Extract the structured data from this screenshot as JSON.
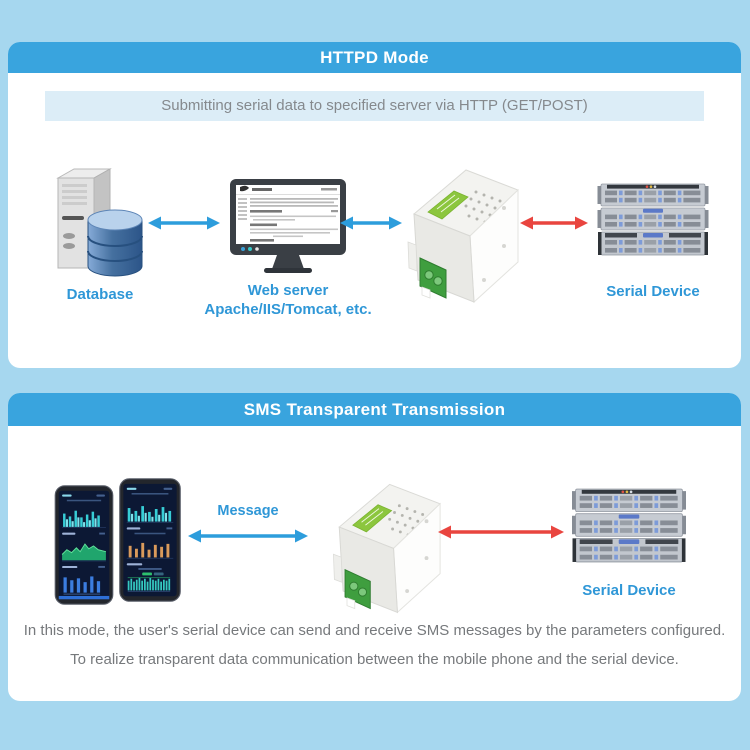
{
  "panels": {
    "httpd": {
      "title": "HTTPD Mode",
      "subtitle": "Submitting serial data to specified server via HTTP (GET/POST)",
      "database_label": "Database",
      "webserver_label_line1": "Web server",
      "webserver_label_line2": "Apache/IIS/Tomcat, etc.",
      "serial_device_label": "Serial Device"
    },
    "sms": {
      "title": "SMS Transparent Transmission",
      "message_label": "Message",
      "serial_device_label": "Serial Device",
      "description_line1": "In this mode, the user's serial device can send and receive SMS messages by the parameters configured.",
      "description_line2": "To realize transparent data communication between the mobile phone and the serial device."
    }
  },
  "colors": {
    "page_background": "#a6d7ef",
    "header_bar_blue": "#39a4de",
    "subtitle_band": "#dcedf7",
    "subtitle_text_gray": "#85898d",
    "label_blue": "#2f97d7",
    "arrow_blue": "#2d9ddc",
    "arrow_red": "#e9453f",
    "description_gray": "#76797c",
    "device_label_green": "#8cc63e",
    "terminal_green": "#3f9e3f"
  },
  "icons": {
    "database": "database-server-icon",
    "web_server": "web-server-monitor-icon",
    "din_device": "din-rail-modem-icon",
    "serial_device": "server-rack-icon",
    "phone_left": "smartphone-dashboard-icon",
    "phone_right": "smartphone-dashboard-icon",
    "arrow_blue": "double-arrow-blue-icon",
    "arrow_red": "double-arrow-red-icon"
  }
}
